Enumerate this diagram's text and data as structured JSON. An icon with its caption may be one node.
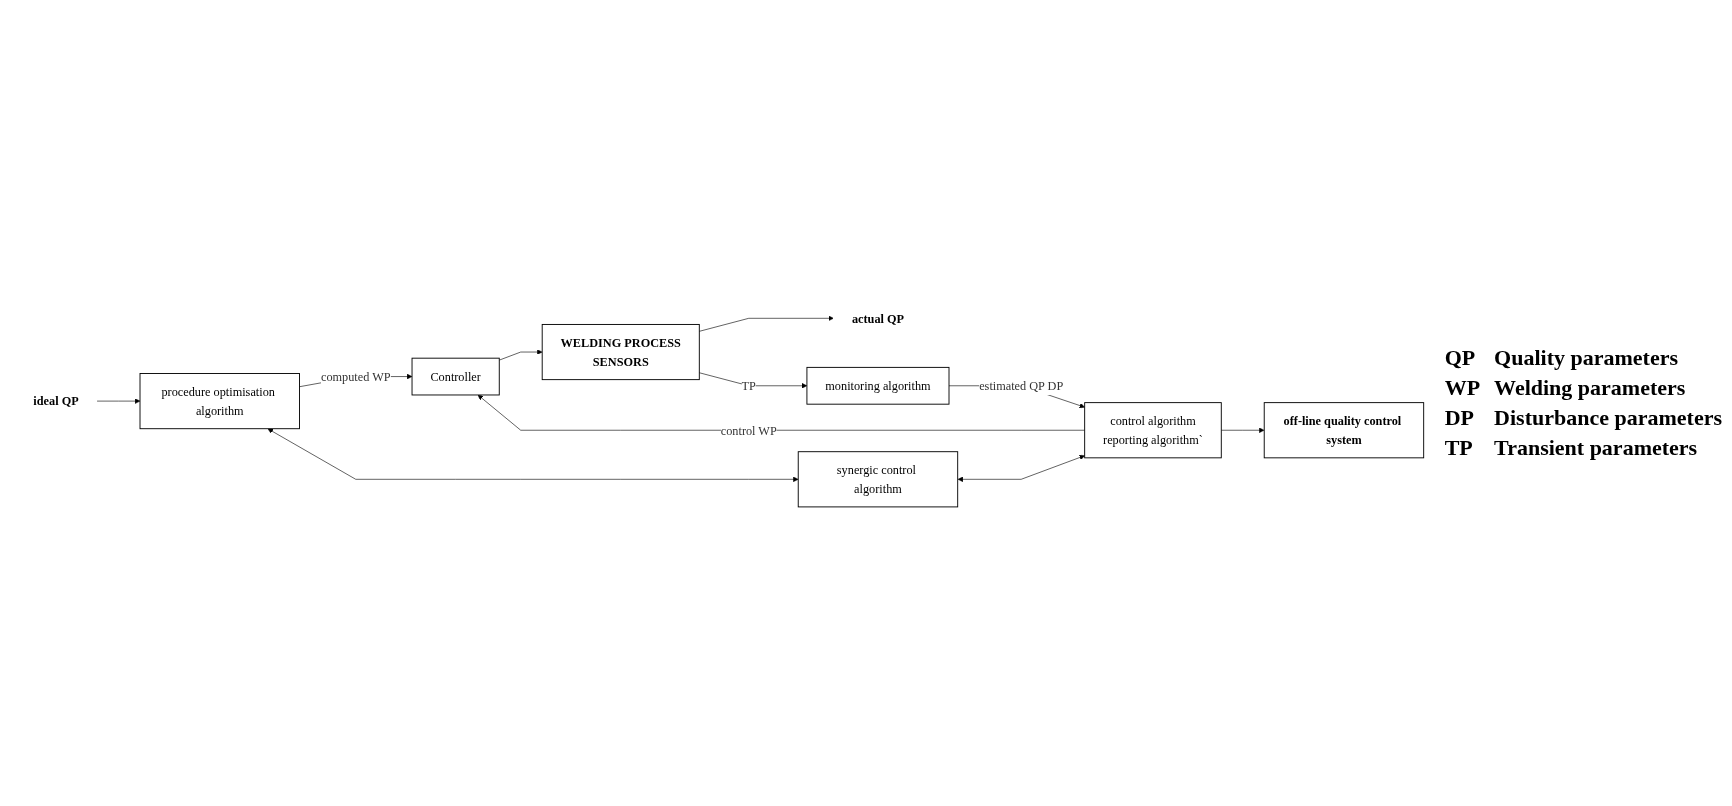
{
  "diagram": {
    "nodes": [
      {
        "text": [
          "ideal QP"
        ]
      },
      {
        "text": [
          "procedure optimisation algorithm"
        ]
      },
      {
        "text": [
          "Controller"
        ]
      },
      {
        "text": [
          "WELDING PROCESS",
          "SENSORS"
        ]
      },
      {
        "text": [
          "actual QP"
        ]
      },
      {
        "text": [
          "synergic control algorithm"
        ]
      },
      {
        "text": [
          "control algorithm",
          "reporting algorithm`"
        ]
      },
      {
        "text": [
          "monitoring algorithm"
        ]
      },
      {
        "text": [
          "off-line quality control system"
        ]
      }
    ],
    "edges": [
      {
        "from": 0,
        "to": 1,
        "arrow": "to"
      },
      {
        "from": 1,
        "to": 2,
        "arrow": "to",
        "label": "computed WP"
      },
      {
        "from": 2,
        "to": 3,
        "arrow": "to"
      },
      {
        "from": 3,
        "to": 4,
        "arrow": "to"
      },
      {
        "from": 1,
        "to": 5,
        "arrow": "both"
      },
      {
        "from": 5,
        "to": 6,
        "arrow": "both"
      },
      {
        "from": 6,
        "to": 2,
        "arrow": "to",
        "label": "control WP"
      },
      {
        "from": 3,
        "to": 7,
        "arrow": "to",
        "label": "TP"
      },
      {
        "from": 7,
        "to": 6,
        "arrow": "to",
        "label": "estimated QP DP"
      },
      {
        "from": 6,
        "to": 8,
        "arrow": "to"
      }
    ],
    "labels": [
      "QP",
      "Quality parameters",
      "WP",
      "Welding parameters",
      "DP",
      "Disturbance parameters",
      "TP",
      "Transient parameters"
    ]
  }
}
